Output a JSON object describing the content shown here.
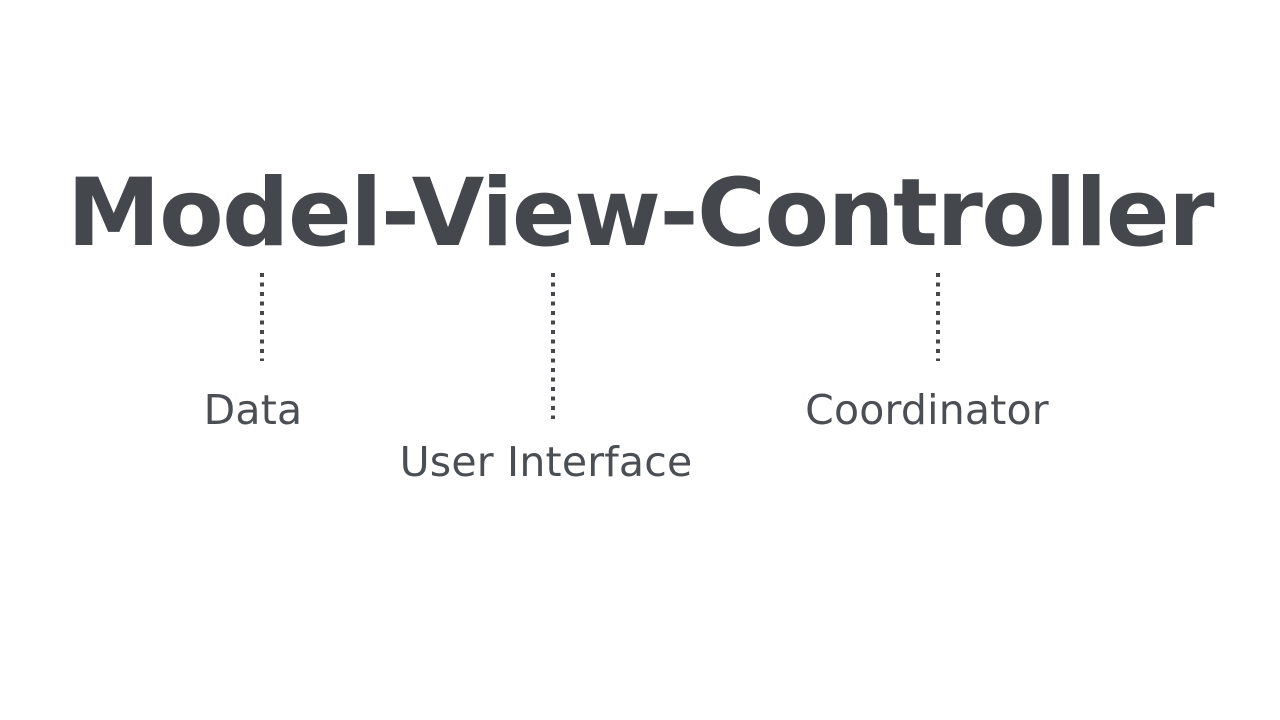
{
  "slide": {
    "background_color": "#ffffff",
    "text_color": "#44484c",
    "label_color": "#4b4f53",
    "title": "Model-View-Controller",
    "annotations": [
      {
        "id": "model",
        "term": "Model",
        "label": "Data",
        "connector": "dotted-vertical-line"
      },
      {
        "id": "view",
        "term": "View",
        "label": "User Interface",
        "connector": "dotted-vertical-line"
      },
      {
        "id": "controller",
        "term": "Controller",
        "label": "Coordinator",
        "connector": "dotted-vertical-line"
      }
    ]
  }
}
